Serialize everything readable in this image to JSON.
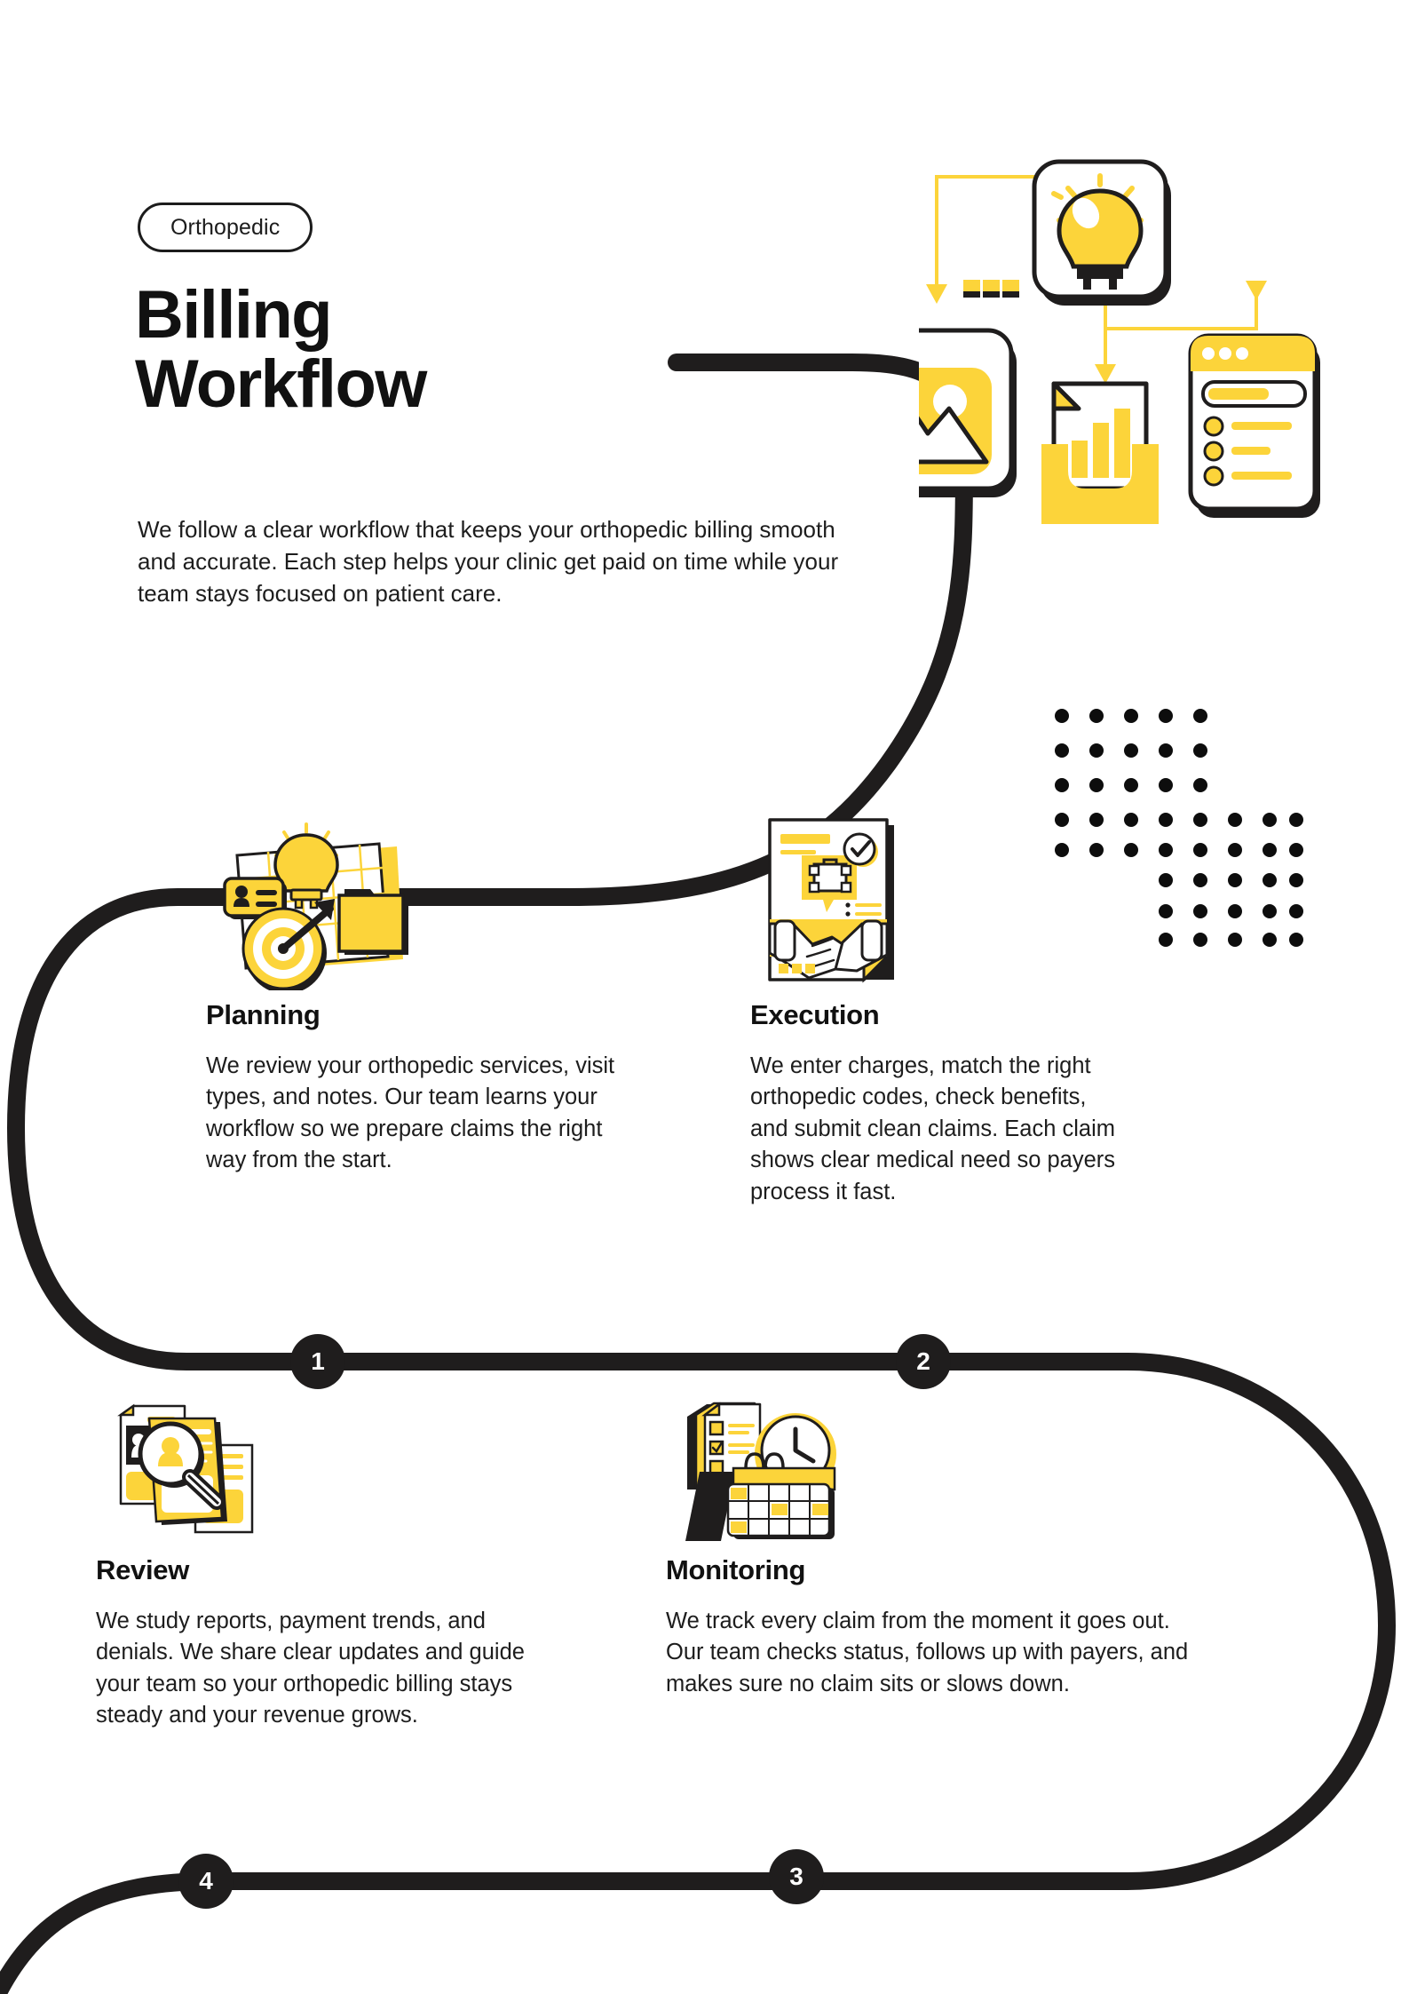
{
  "header": {
    "badge": "Orthopedic",
    "title_line1": "Billing",
    "title_line2": "Workflow",
    "intro": "We follow a clear workflow that keeps your orthopedic billing smooth and accurate. Each step helps your clinic get paid on time while your team stays focused on patient care."
  },
  "steps": [
    {
      "number": "1",
      "title": "Planning",
      "body": "We review your orthopedic services, visit types, and notes. Our team learns your workflow so we prepare claims the right way from the start.",
      "icon": "planning-target-lightbulb-icon"
    },
    {
      "number": "2",
      "title": "Execution",
      "body": "We enter charges, match the right orthopedic codes, check benefits, and submit clean claims. Each claim shows clear medical need so payers process it fast.",
      "icon": "execution-handshake-document-icon"
    },
    {
      "number": "3",
      "title": "Monitoring",
      "body": "We track every claim from the moment it goes out. Our team checks status, follows up with payers, and makes sure no claim sits or slows down.",
      "icon": "monitoring-calendar-clock-icon"
    },
    {
      "number": "4",
      "title": "Review",
      "body": "We study reports, payment trends, and denials. We share clear updates and guide your team so your orthopedic billing stays steady and your revenue grows.",
      "icon": "review-magnifier-documents-icon"
    }
  ],
  "hero": {
    "icons": [
      "lightbulb-icon",
      "image-window-icon",
      "bar-chart-document-icon",
      "checklist-device-icon"
    ]
  },
  "decoration": {
    "dot_grid": "dot-grid-pattern",
    "path": "winding-workflow-path"
  },
  "colors": {
    "yellow": "#FCD43A",
    "yellow_deep": "#F7C92E",
    "ink": "#1F1D1D",
    "text": "#1D1D1D",
    "white": "#FFFFFF"
  }
}
